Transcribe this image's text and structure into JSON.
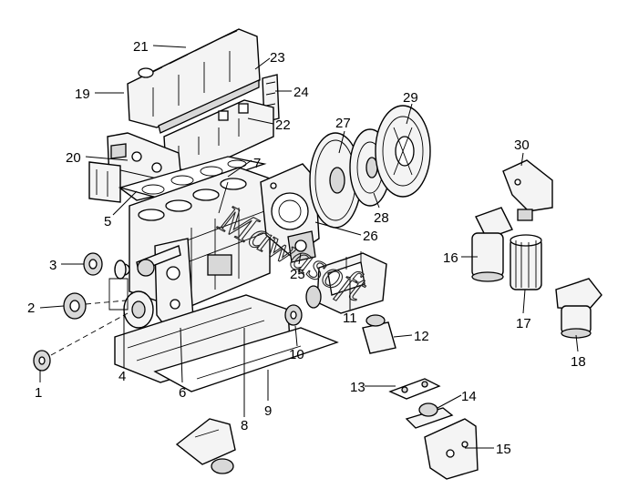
{
  "diagram": {
    "callouts": [
      {
        "id": "c1",
        "text": "1"
      },
      {
        "id": "c2",
        "text": "2"
      },
      {
        "id": "c3",
        "text": "3"
      },
      {
        "id": "c4",
        "text": "4"
      },
      {
        "id": "c5",
        "text": "5"
      },
      {
        "id": "c6",
        "text": "6"
      },
      {
        "id": "c7",
        "text": "7"
      },
      {
        "id": "c8",
        "text": "8"
      },
      {
        "id": "c9",
        "text": "9"
      },
      {
        "id": "c10",
        "text": "10"
      },
      {
        "id": "c11",
        "text": "11"
      },
      {
        "id": "c12",
        "text": "12"
      },
      {
        "id": "c13",
        "text": "13"
      },
      {
        "id": "c14",
        "text": "14"
      },
      {
        "id": "c15",
        "text": "15"
      },
      {
        "id": "c16",
        "text": "16"
      },
      {
        "id": "c17",
        "text": "17"
      },
      {
        "id": "c18",
        "text": "18"
      },
      {
        "id": "c19",
        "text": "19"
      },
      {
        "id": "c20",
        "text": "20"
      },
      {
        "id": "c21",
        "text": "21"
      },
      {
        "id": "c22",
        "text": "22"
      },
      {
        "id": "c23",
        "text": "23"
      },
      {
        "id": "c24",
        "text": "24"
      },
      {
        "id": "c25",
        "text": "25"
      },
      {
        "id": "c26",
        "text": "26"
      },
      {
        "id": "c27",
        "text": "27"
      },
      {
        "id": "c28",
        "text": "28"
      },
      {
        "id": "c29",
        "text": "29"
      },
      {
        "id": "c30",
        "text": "30"
      }
    ],
    "watermark": "Mawasoft"
  }
}
